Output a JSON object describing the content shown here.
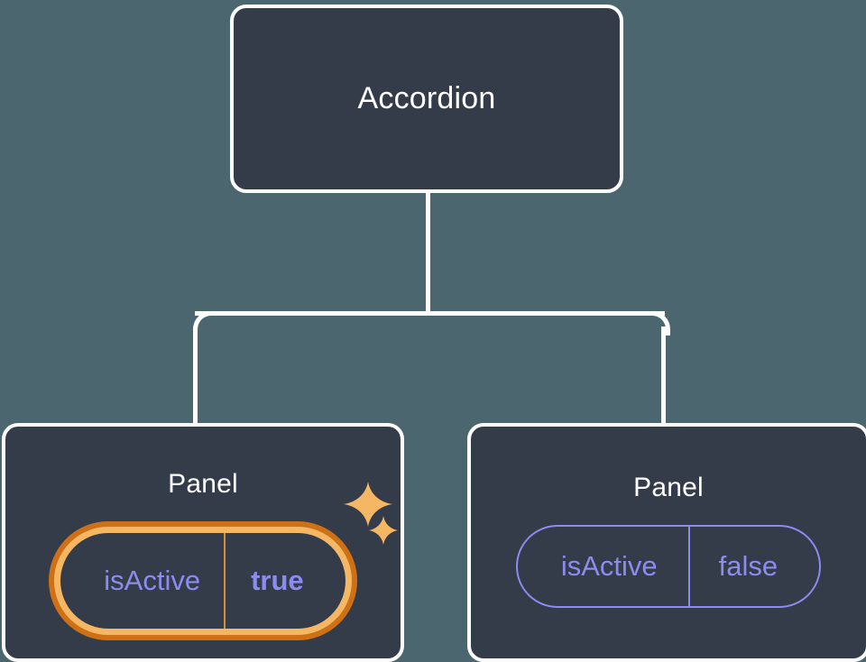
{
  "theme": {
    "background": "#4c6670",
    "card_fill": "#343b49",
    "card_border": "#ffffff",
    "connector": "#ffffff",
    "prop_text": "#8c8cf0",
    "prop_border": "#8c8cf0",
    "highlight_outer": "#ce7016",
    "highlight_inner": "#f6b765",
    "sparkle": "#f6b765",
    "title_text": "#ffffff"
  },
  "tree": {
    "root": {
      "label": "Accordion"
    },
    "children": [
      {
        "label": "Panel",
        "highlighted": true,
        "prop": {
          "key": "isActive",
          "value": "true"
        },
        "sparkles": [
          "sparkle-large-icon",
          "sparkle-small-icon"
        ]
      },
      {
        "label": "Panel",
        "highlighted": false,
        "prop": {
          "key": "isActive",
          "value": "false"
        }
      }
    ]
  }
}
